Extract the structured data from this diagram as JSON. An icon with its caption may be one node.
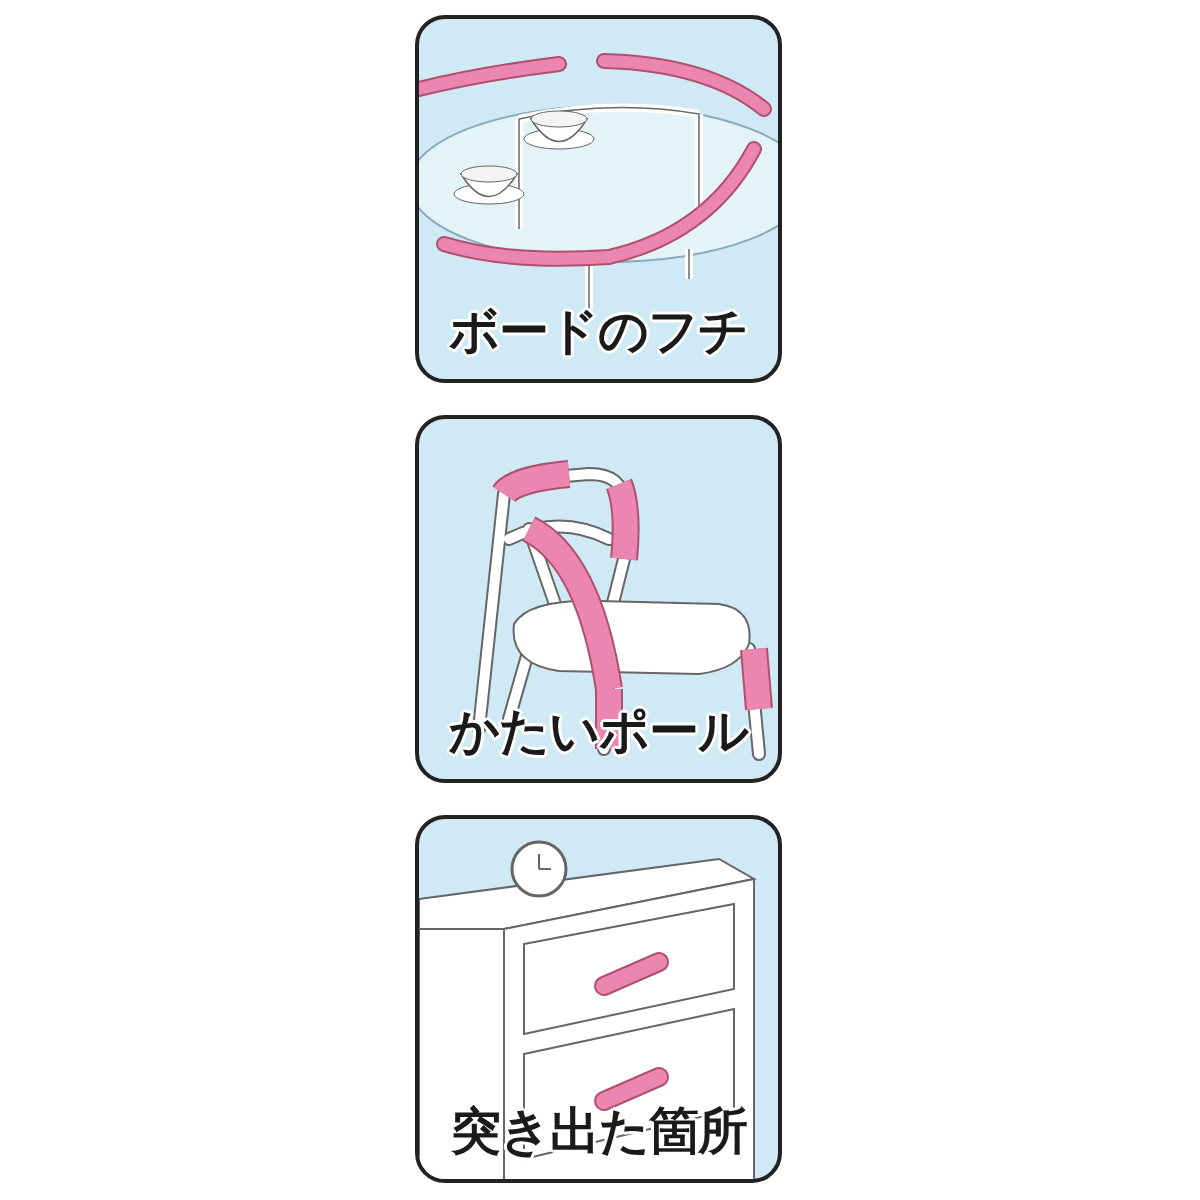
{
  "diagram": {
    "nodes": [
      {
        "text": [
          "ボードのフチ"
        ]
      },
      {
        "text": [
          "かたいポール"
        ]
      },
      {
        "text": [
          "突き出た箇所"
        ]
      }
    ]
  }
}
